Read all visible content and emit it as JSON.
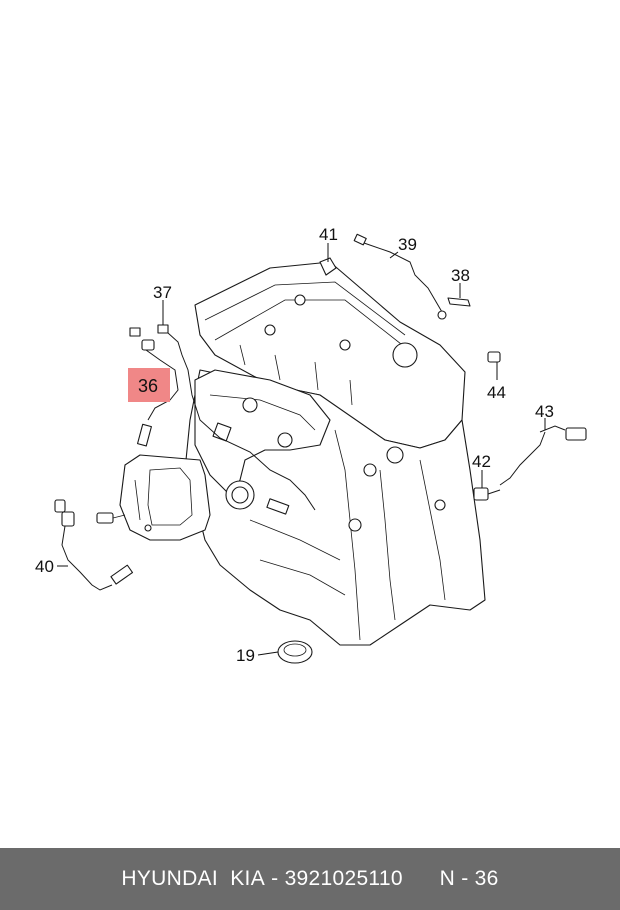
{
  "diagram": {
    "callouts": [
      {
        "id": "41",
        "label": "41"
      },
      {
        "id": "39",
        "label": "39"
      },
      {
        "id": "38",
        "label": "38"
      },
      {
        "id": "37",
        "label": "37"
      },
      {
        "id": "36",
        "label": "36"
      },
      {
        "id": "44",
        "label": "44"
      },
      {
        "id": "43",
        "label": "43"
      },
      {
        "id": "42",
        "label": "42"
      },
      {
        "id": "40",
        "label": "40"
      },
      {
        "id": "19",
        "label": "19"
      }
    ],
    "highlighted_callout": "36",
    "highlight_color": "#f08787"
  },
  "footer": {
    "brand": "HYUNDAI  KIA",
    "separator": " - ",
    "part_number": "3921025110",
    "gap": "      ",
    "reference": "N - 36",
    "background_color": "#6b6b6b"
  }
}
